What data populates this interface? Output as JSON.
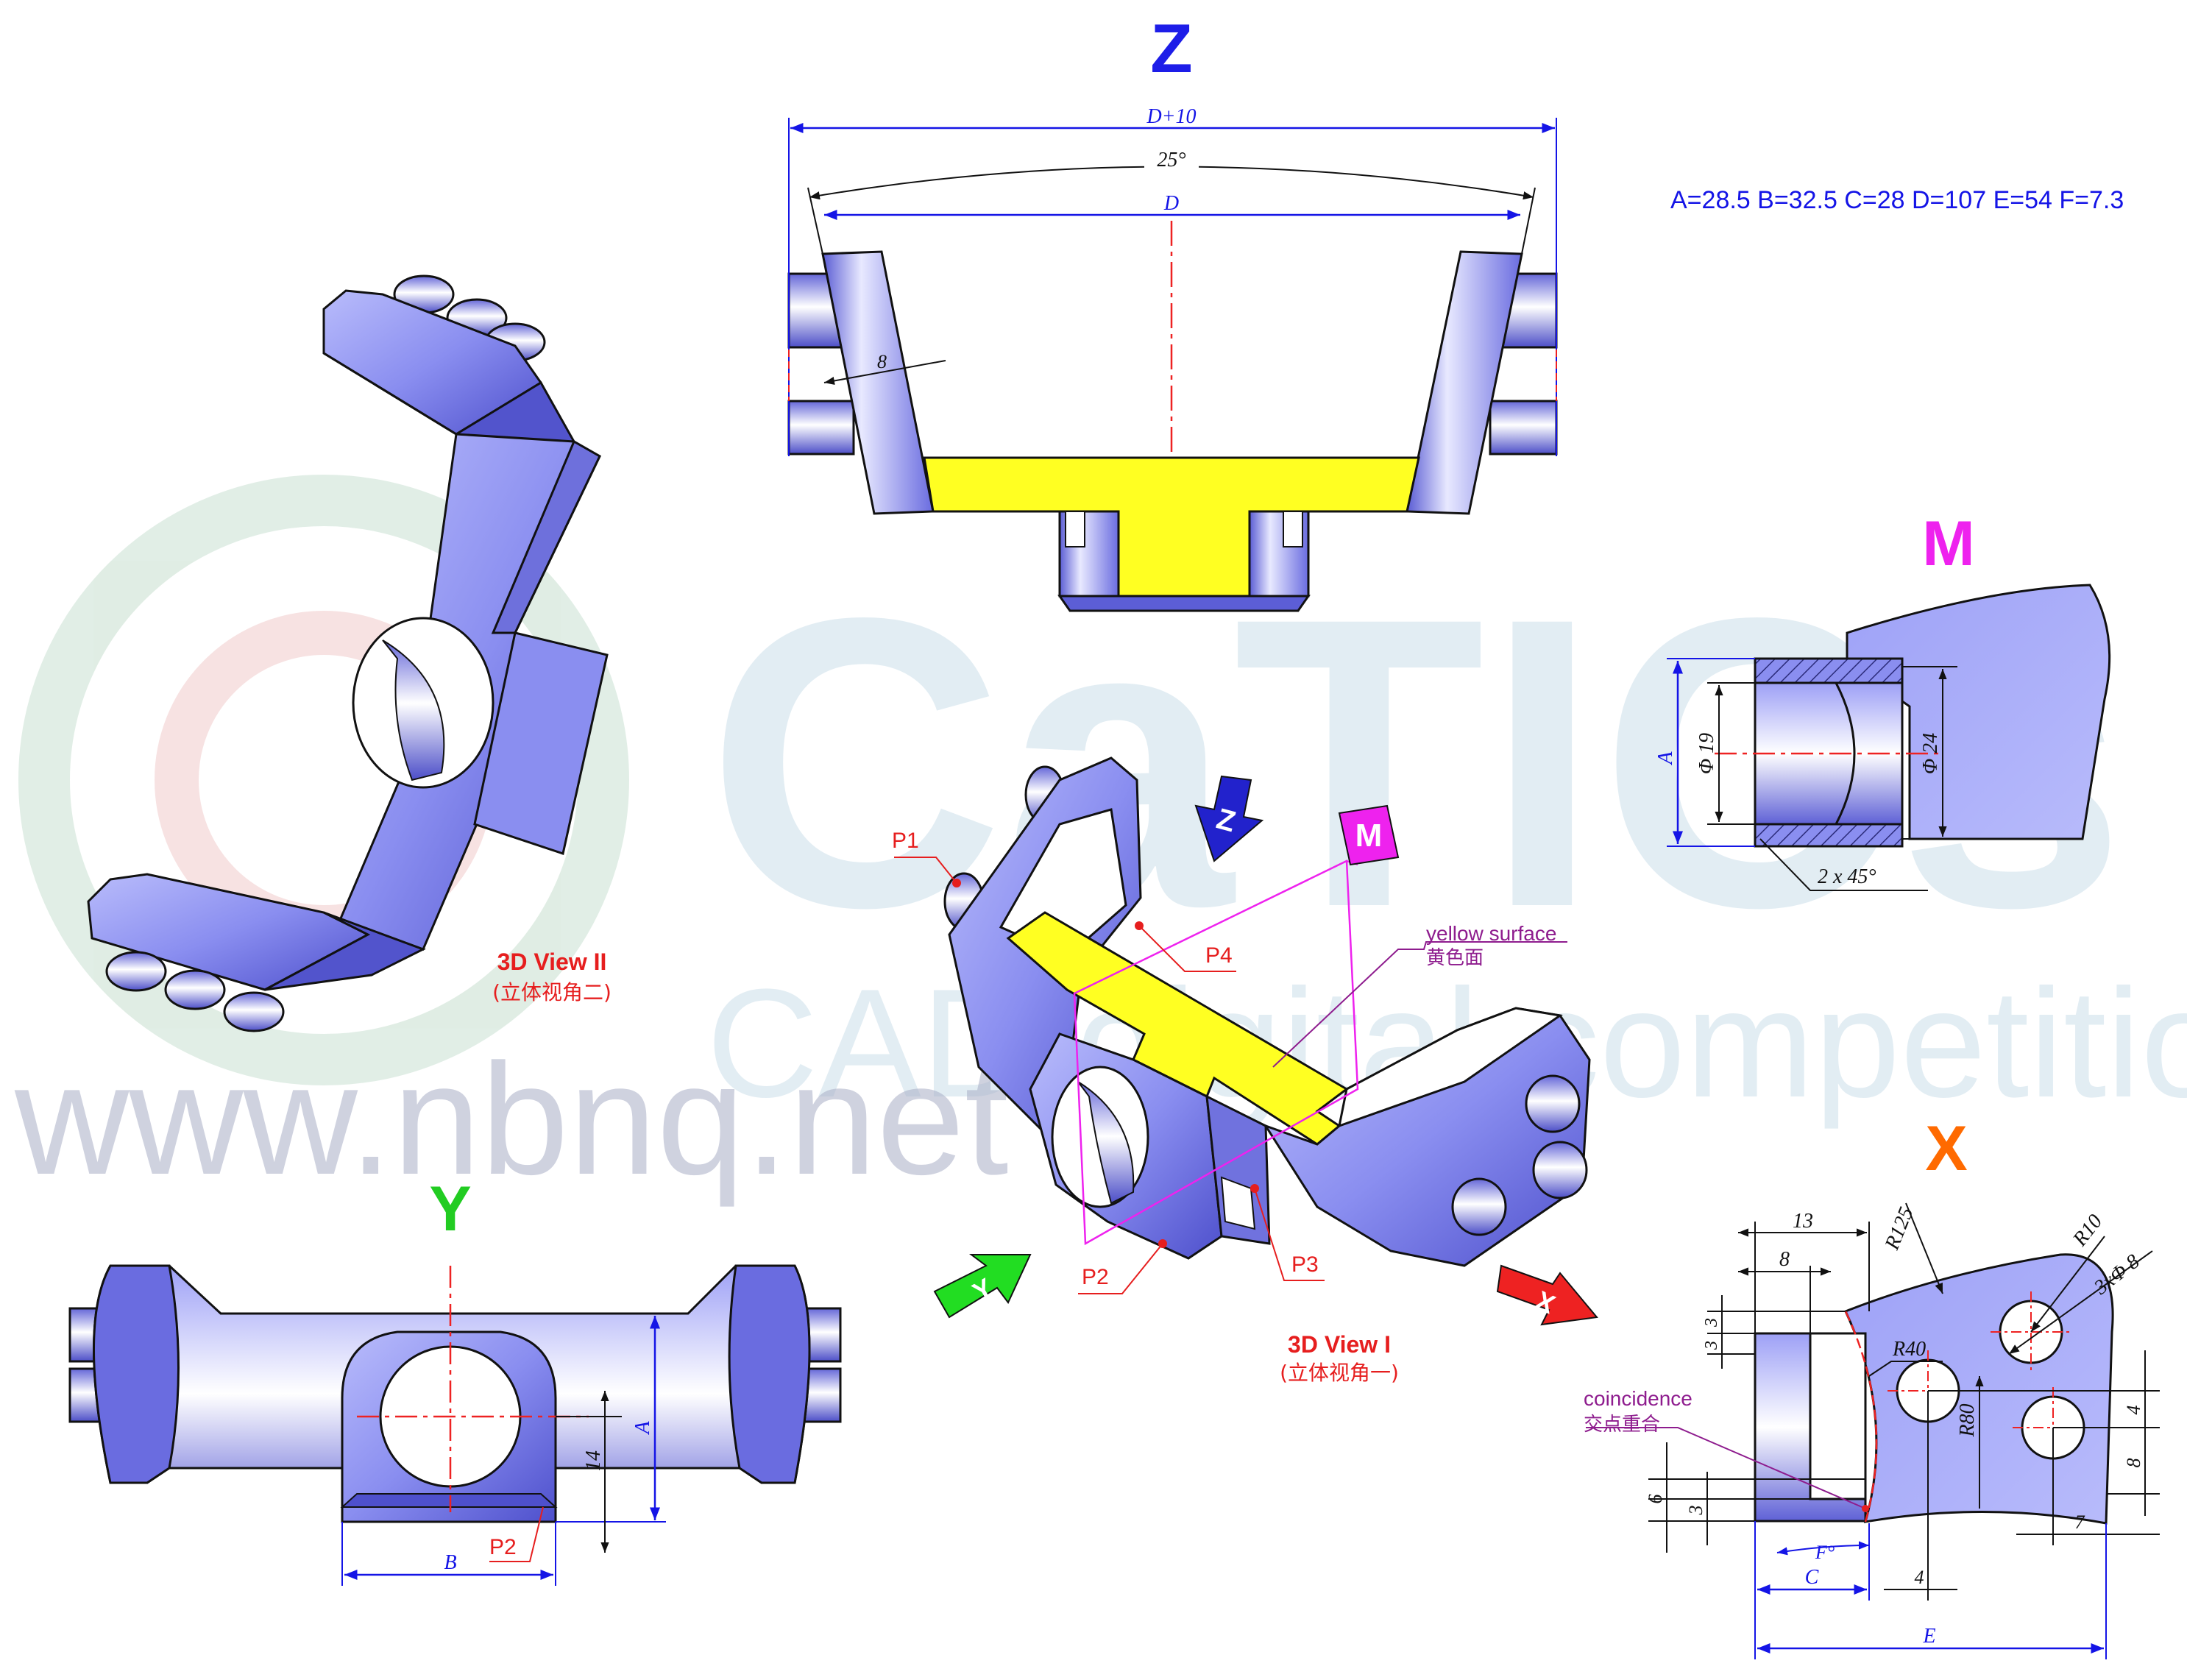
{
  "views": {
    "z": {
      "letter": "Z",
      "dim_total": "D+10",
      "dim_angle": "25°",
      "dim_d": "D",
      "dim_thickness": "8"
    },
    "m": {
      "letter": "M",
      "dim_a": "A",
      "dim_d19": "Φ 19",
      "dim_d24": "Φ 24",
      "chamfer": "2  x  45°"
    },
    "y": {
      "letter": "Y",
      "dim_14": "14",
      "dim_a": "A",
      "dim_b": "B",
      "p2": "P2"
    },
    "x": {
      "letter": "X",
      "dim_13": "13",
      "dim_8top": "8",
      "r125": "R125",
      "r10": "R10",
      "holes": "3xΦ 8",
      "dim_3a": "3",
      "dim_3b": "3",
      "r40": "R40",
      "r80": "R80",
      "dim_4right": "4",
      "dim_8right": "8",
      "dim_6": "6",
      "dim_3bottom": "3",
      "dim_f": "F°",
      "dim_c": "C",
      "dim_4bottom": "4",
      "dim_7": "7",
      "dim_e": "E",
      "coincidence_en": "coincidence",
      "coincidence_cn": "交点重合"
    }
  },
  "params": "A=28.5 B=32.5 C=28 D=107 E=54 F=7.3",
  "view1": {
    "title": "3D View I",
    "subtitle": "(立体视角一)",
    "p1": "P1",
    "p2": "P2",
    "p3": "P3",
    "p4": "P4",
    "yellow_en": "yellow surface",
    "yellow_cn": "黄色面",
    "arrow_z": "Z",
    "arrow_y": "Y",
    "arrow_x": "X",
    "m_badge": "M"
  },
  "view2": {
    "title": "3D View II",
    "subtitle": "(立体视角二)"
  },
  "watermark": {
    "brand": "CaTICs",
    "tagline": "CAD digital competition",
    "url": "www.nbnq.net"
  },
  "colors": {
    "part": "#8a8ef0",
    "part_dark": "#4a4cc8",
    "yellow": "#ffff22",
    "dim": "#1414e6",
    "center": "#ee2222",
    "note": "#8e1c8e"
  }
}
